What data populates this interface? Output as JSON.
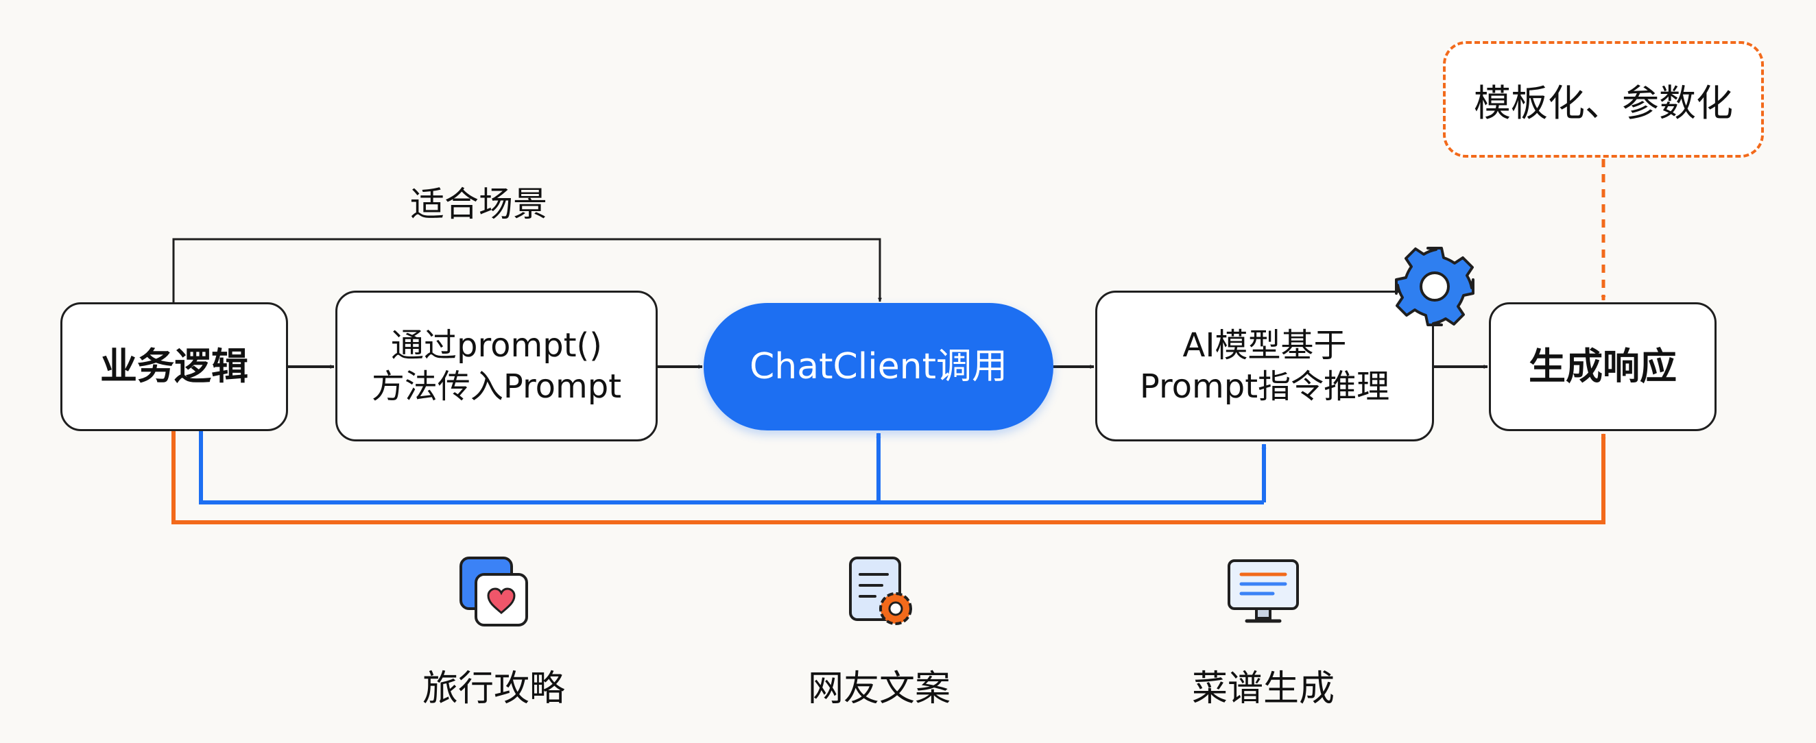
{
  "diagram": {
    "nodes": {
      "business_logic": "业务逻辑",
      "prompt_method": [
        "通过prompt()",
        "方法传入Prompt"
      ],
      "chat_client": "ChatClient调用",
      "ai_model": [
        "AI模型基于",
        "Prompt指令推理"
      ],
      "response": "生成响应"
    },
    "template_note": "模板化、参数化",
    "top_label": "适合场景",
    "use_cases": [
      {
        "label": "旅行攻略",
        "icon": "photo-heart-icon"
      },
      {
        "label": "网友文案",
        "icon": "document-gear-icon"
      },
      {
        "label": "菜谱生成",
        "icon": "monitor-icon"
      }
    ],
    "model_icon": "gear-icon"
  },
  "colors": {
    "accent_blue": "#1d6ff2",
    "accent_orange": "#f26a1b",
    "stroke": "#1f1f1f"
  }
}
